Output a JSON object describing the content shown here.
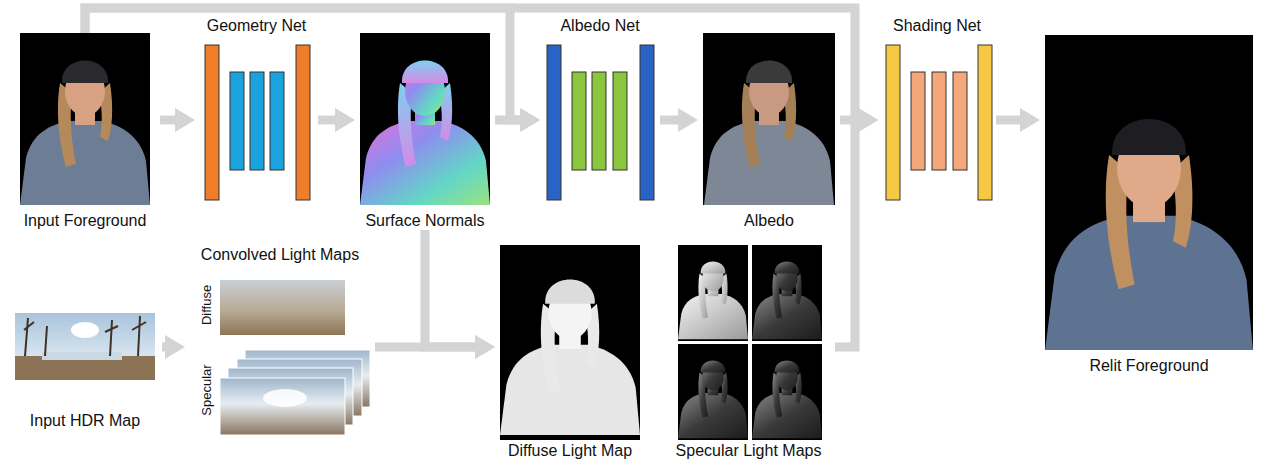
{
  "diagram": {
    "nodes": [
      {
        "text": [
          "Input Foreground"
        ]
      },
      {
        "text": [
          "Geometry Net"
        ]
      },
      {
        "text": [
          "Surface Normals"
        ]
      },
      {
        "text": [
          "Albedo Net"
        ]
      },
      {
        "text": [
          "Albedo"
        ]
      },
      {
        "text": [
          "Shading Net"
        ]
      },
      {
        "text": [
          "Relit Foreground"
        ]
      },
      {
        "text": [
          "Input HDR Map"
        ]
      },
      {
        "text": [
          "Convolved Light Maps",
          "Diffuse",
          "Specular"
        ]
      },
      {
        "text": [
          "Diffuse Light Map"
        ]
      },
      {
        "text": [
          "Specular Light Maps"
        ]
      }
    ],
    "edges": [
      {
        "from": 0,
        "to": 1,
        "arrow": "to"
      },
      {
        "from": 1,
        "to": 2,
        "arrow": "to"
      },
      {
        "from": 2,
        "to": 3,
        "arrow": "to"
      },
      {
        "from": 0,
        "to": 3,
        "arrow": "to"
      },
      {
        "from": 0,
        "to": 5,
        "arrow": "to"
      },
      {
        "from": 3,
        "to": 4,
        "arrow": "to"
      },
      {
        "from": 4,
        "to": 5,
        "arrow": "to"
      },
      {
        "from": 5,
        "to": 6,
        "arrow": "to"
      },
      {
        "from": 7,
        "to": 8,
        "arrow": "to"
      },
      {
        "from": 8,
        "to": 9,
        "arrow": "to"
      },
      {
        "from": 2,
        "to": 9,
        "arrow": "to"
      },
      {
        "from": 10,
        "to": 5,
        "arrow": "to"
      }
    ]
  }
}
